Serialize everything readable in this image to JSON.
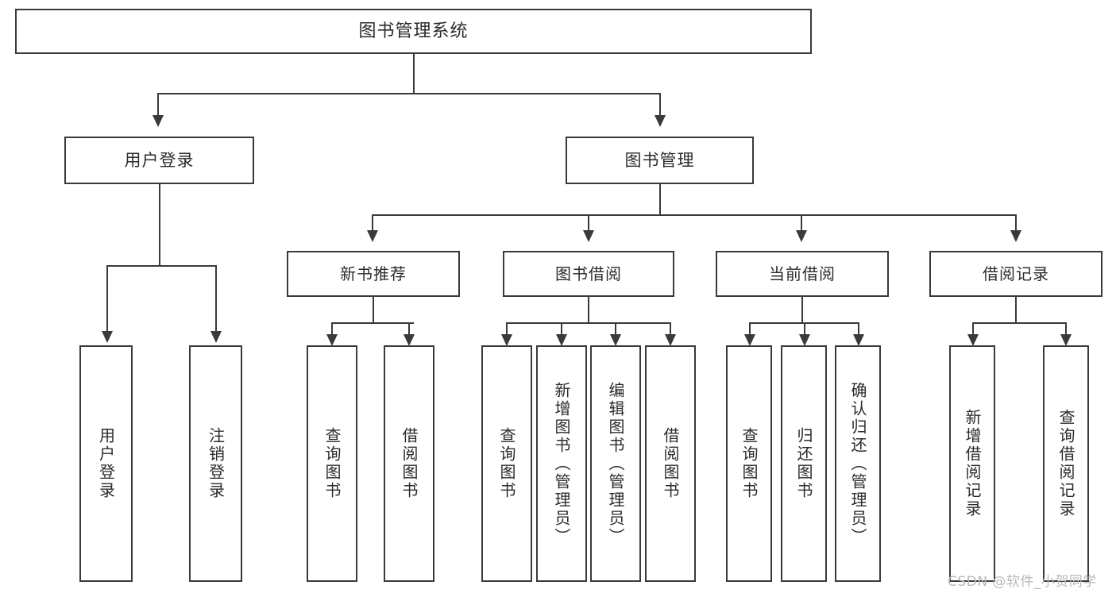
{
  "diagram": {
    "title": "图书管理系统",
    "type": "tree-hierarchy",
    "root": {
      "label": "图书管理系统"
    },
    "level1": [
      {
        "label": "用户登录"
      },
      {
        "label": "图书管理"
      }
    ],
    "level2": [
      {
        "label": "新书推荐"
      },
      {
        "label": "图书借阅"
      },
      {
        "label": "当前借阅"
      },
      {
        "label": "借阅记录"
      }
    ],
    "leaves": {
      "user_login": [
        {
          "label": "用户登录"
        },
        {
          "label": "注销登录"
        }
      ],
      "new_book_recommend": [
        {
          "label": "查询图书"
        },
        {
          "label": "借阅图书"
        }
      ],
      "book_borrow": [
        {
          "label": "查询图书"
        },
        {
          "label": "新增图书（管理员）"
        },
        {
          "label": "编辑图书（管理员）"
        },
        {
          "label": "借阅图书"
        }
      ],
      "current_borrow": [
        {
          "label": "查询图书"
        },
        {
          "label": "归还图书"
        },
        {
          "label": "确认归还（管理员）"
        }
      ],
      "borrow_record": [
        {
          "label": "新增借阅记录"
        },
        {
          "label": "查询借阅记录"
        }
      ]
    }
  },
  "watermark": {
    "text": "CSDN @软件_小贺同学"
  },
  "colors": {
    "stroke": "#3a3a3a",
    "text": "#2b2b2b",
    "background": "#ffffff",
    "watermark": "#b9b9b9"
  }
}
